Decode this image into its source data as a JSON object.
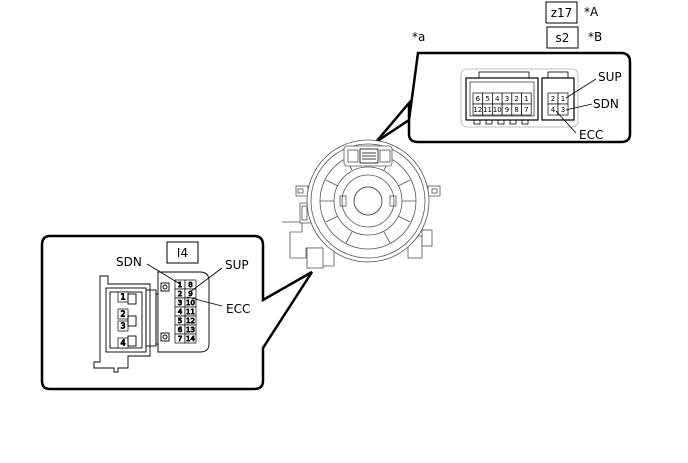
{
  "codes": {
    "z17": "z17",
    "s2": "s2",
    "i4": "I4"
  },
  "callouts": {
    "a": "*a",
    "A": "*A",
    "B": "*B"
  },
  "signals": {
    "sup_top": "SUP",
    "sdn_top": "SDN",
    "ecc_top": "ECC",
    "sdn_left": "SDN",
    "sup_left": "SUP",
    "ecc_left": "ECC"
  },
  "z17_pins": {
    "row1": [
      "6",
      "5",
      "4",
      "3",
      "2",
      "1"
    ],
    "row2": [
      "12",
      "11",
      "10",
      "9",
      "8",
      "7"
    ]
  },
  "s2_pins": {
    "row1": [
      "2",
      "1"
    ],
    "row2": [
      "4",
      "3"
    ]
  },
  "i4_pins": {
    "col1": [
      "1",
      "2",
      "3",
      "4",
      "5",
      "6",
      "7"
    ],
    "col2": [
      "8",
      "9",
      "10",
      "11",
      "12",
      "13",
      "14"
    ]
  },
  "i4_side_pins": [
    "1",
    "2",
    "3",
    "4"
  ]
}
